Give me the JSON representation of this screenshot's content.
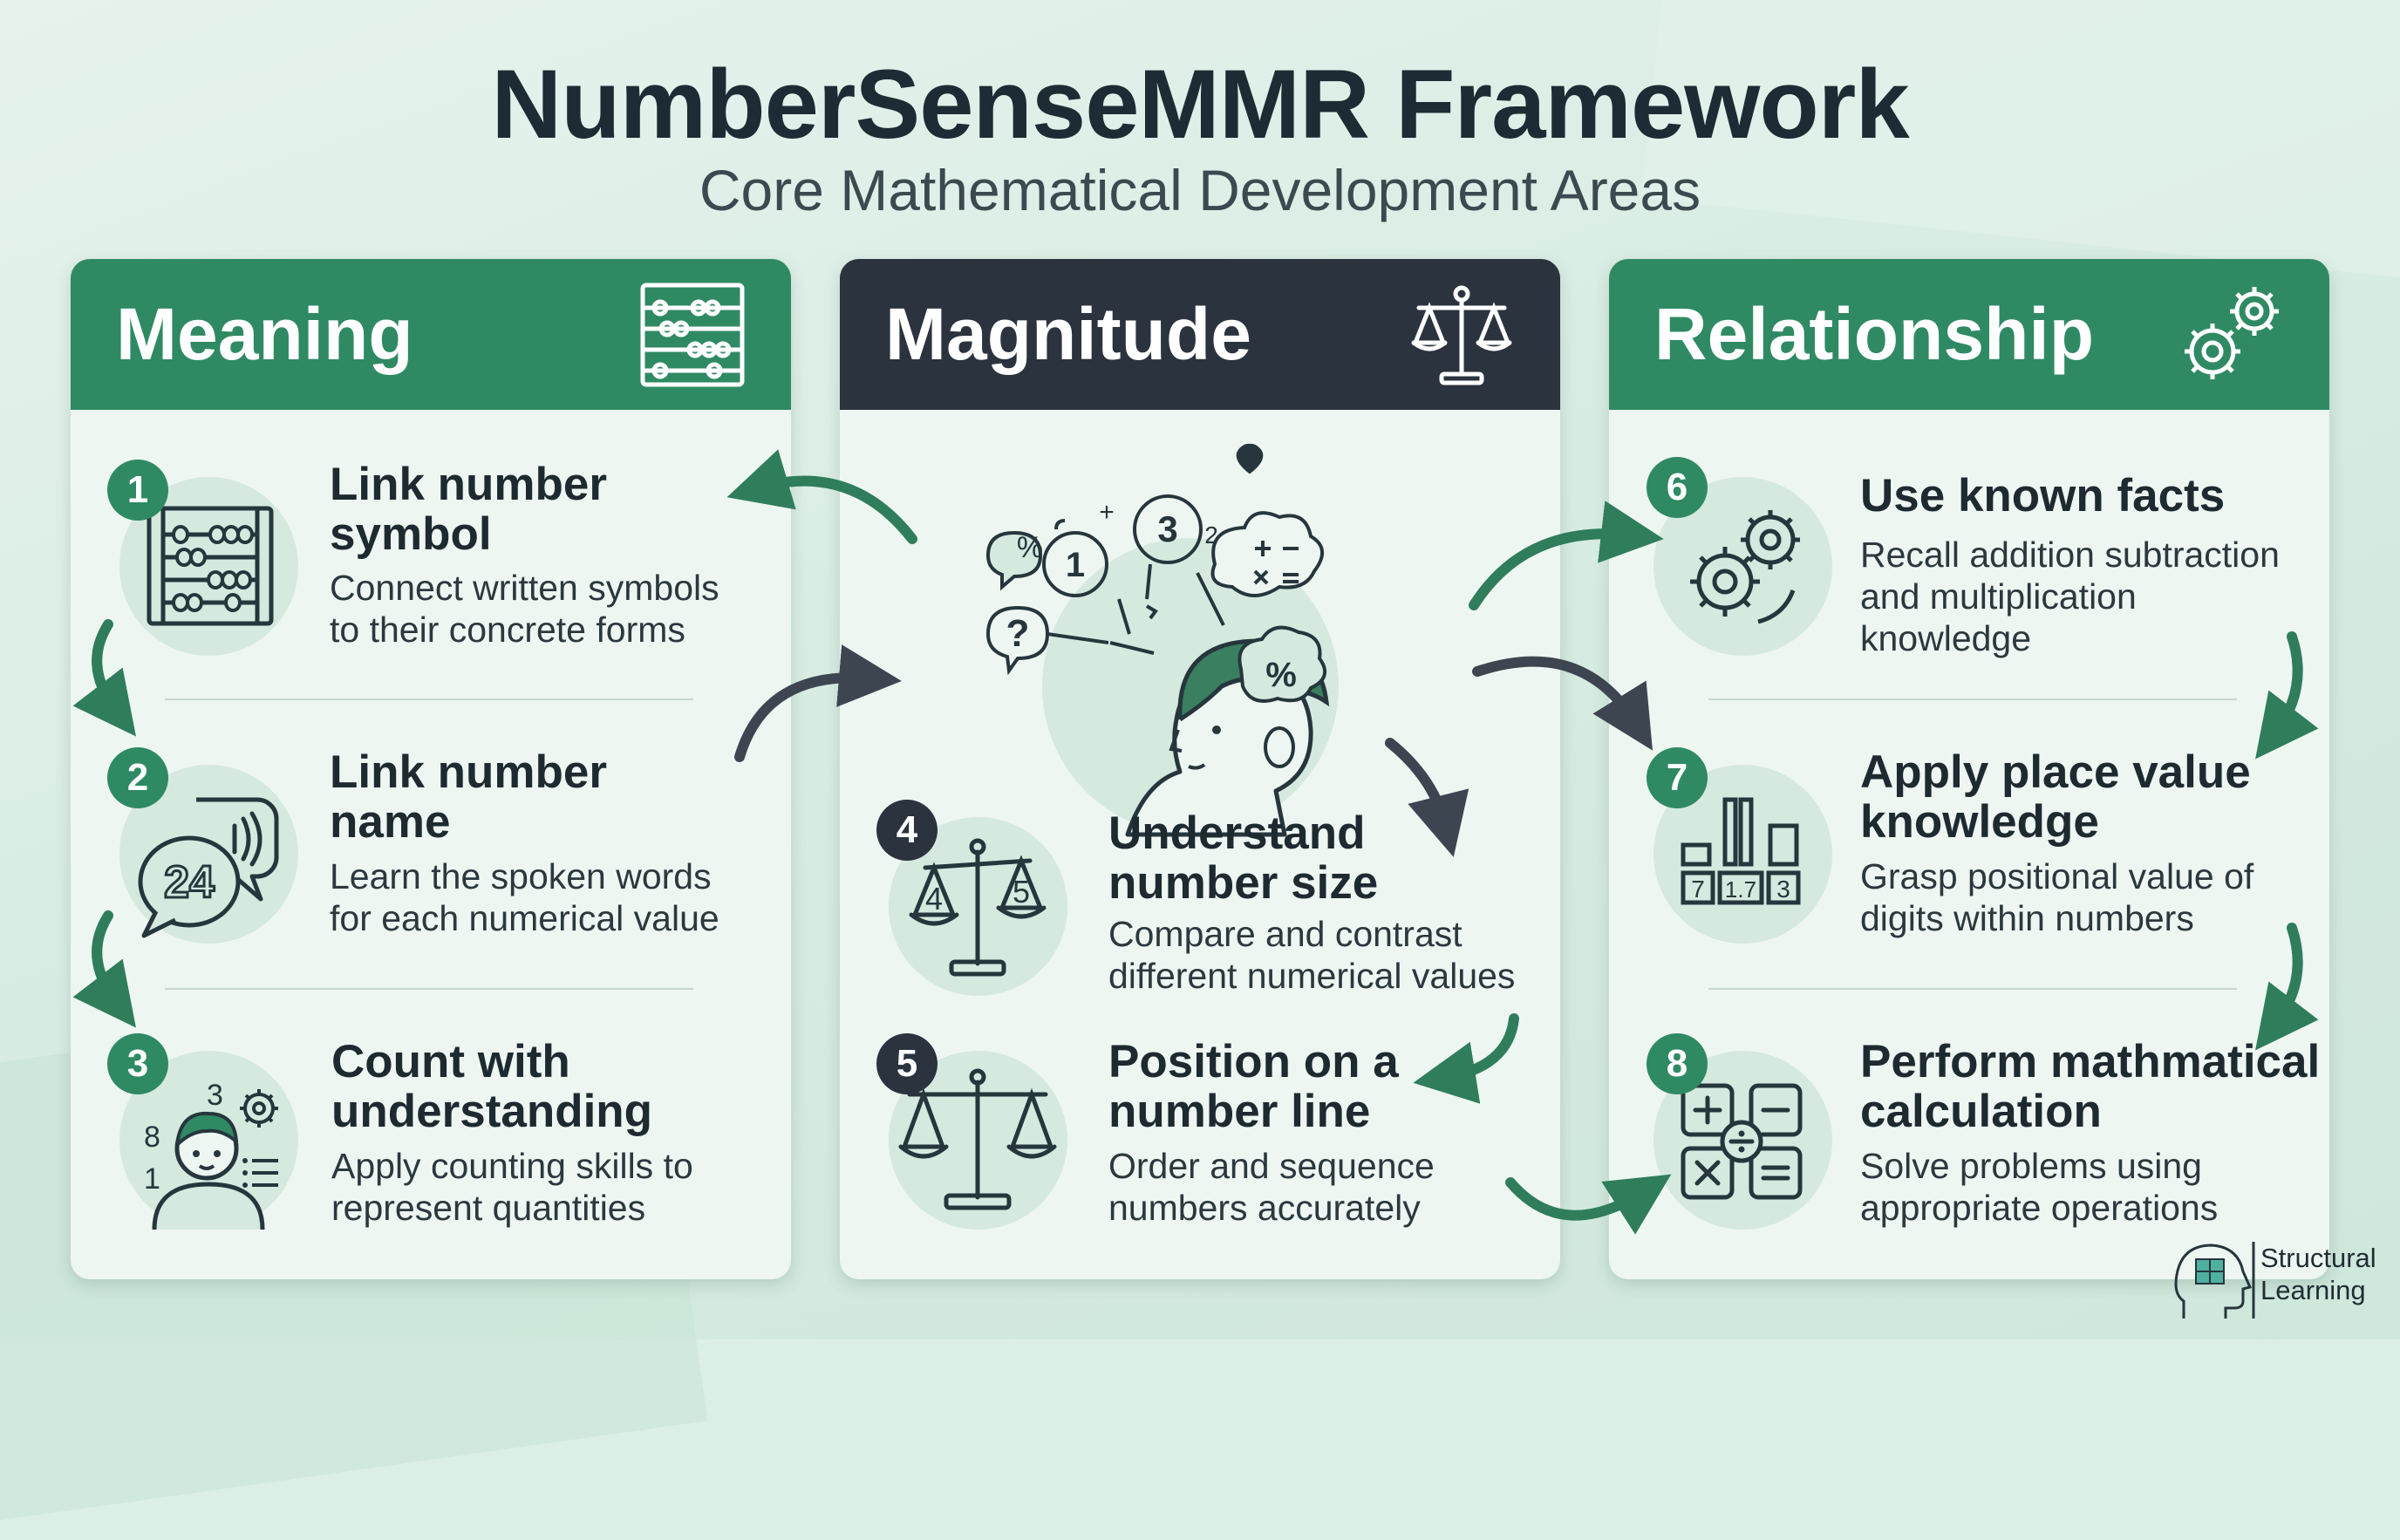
{
  "title": "NumberSenseMMR Framework",
  "subtitle": "Core Mathematical Development Areas",
  "colors": {
    "green": "#2f8a63",
    "dark": "#2b333f",
    "background": "#dcefe6"
  },
  "panels": [
    {
      "title": "Meaning",
      "icon": "abacus-icon",
      "items": [
        {
          "number": "1",
          "title_line1": "Link number",
          "title_line2": "symbol",
          "desc_line1": "Connect written symbols",
          "desc_line2": "to their concrete forms",
          "icon": "abacus-icon"
        },
        {
          "number": "2",
          "title_line1": "Link number",
          "title_line2": "name",
          "desc_line1": "Learn the spoken words",
          "desc_line2": "for each numerical value",
          "icon": "speech-bubble-icon",
          "icon_text": "24"
        },
        {
          "number": "3",
          "title_line1": "Count with",
          "title_line2": "understanding",
          "desc_line1": "Apply counting skills to",
          "desc_line2": "represent quantities",
          "icon": "counting-child-icon",
          "icon_numbers": [
            "3",
            "8",
            "1"
          ]
        }
      ]
    },
    {
      "title": "Magnitude",
      "icon": "balance-scale-icon",
      "center_icon": "thinking-child-icon",
      "center_numbers": [
        "1",
        "3",
        "2"
      ],
      "center_symbols": [
        "%",
        "+",
        "?",
        "%"
      ],
      "items": [
        {
          "number": "4",
          "title_line1": "Understand",
          "title_line2": "number size",
          "desc_line1": "Compare and contrast",
          "desc_line2": "different numerical values",
          "icon": "balance-scale-icon",
          "icon_labels": [
            "4",
            "5"
          ]
        },
        {
          "number": "5",
          "title_line1": "Position on a",
          "title_line2": "number line",
          "desc_line1": "Order and sequence",
          "desc_line2": "numbers accurately",
          "icon": "balance-scale-icon"
        }
      ]
    },
    {
      "title": "Relationship",
      "icon": "gears-icon",
      "items": [
        {
          "number": "6",
          "title_line1": "Use known facts",
          "title_line2": "",
          "desc_line1": "Recall addition subtraction",
          "desc_line2": "and multiplication",
          "desc_line3": "knowledge",
          "icon": "gears-icon"
        },
        {
          "number": "7",
          "title_line1": "Apply place value",
          "title_line2": "knowledge",
          "desc_line1": "Grasp positional value of",
          "desc_line2": "digits within numbers",
          "icon": "bar-chart-icon",
          "icon_labels": [
            "7",
            "1.7",
            "3"
          ]
        },
        {
          "number": "8",
          "title_line1": "Perform mathmatical",
          "title_line2": "calculation",
          "desc_line1": "Solve problems using",
          "desc_line2": "appropriate operations",
          "icon": "operations-icon"
        }
      ]
    }
  ],
  "logo": {
    "line1": "Structural",
    "line2": "Learning",
    "icon": "head-puzzle-icon"
  }
}
